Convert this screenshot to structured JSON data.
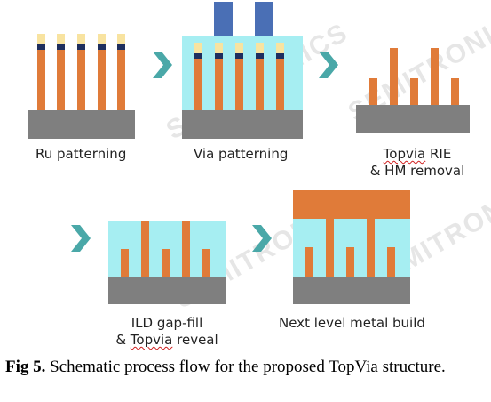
{
  "watermark": "SEMITRONICS",
  "steps": [
    {
      "label": "Ru patterning"
    },
    {
      "label": "Via patterning"
    },
    {
      "label_line1": "Topvia",
      "label_line1_rest": " RIE",
      "label_line2": "& HM removal"
    },
    {
      "label_line1": "ILD gap-fill",
      "label_line2_pre": "& ",
      "label_line2_squiggle": "Topvia",
      "label_line2_rest": " reveal"
    },
    {
      "label": "Next level metal build"
    }
  ],
  "caption": {
    "prefix": "Fig 5.",
    "text": " Schematic process flow for the proposed TopVia structure."
  },
  "colors": {
    "metal": "#e07b39",
    "substrate": "#7f7f7f",
    "dielectric": "#a6eef2",
    "hardmask_dark": "#1f2f5e",
    "hardmask_light": "#f8e3a0",
    "resist": "#4a6fb5",
    "arrow": "#4aa8a8"
  }
}
